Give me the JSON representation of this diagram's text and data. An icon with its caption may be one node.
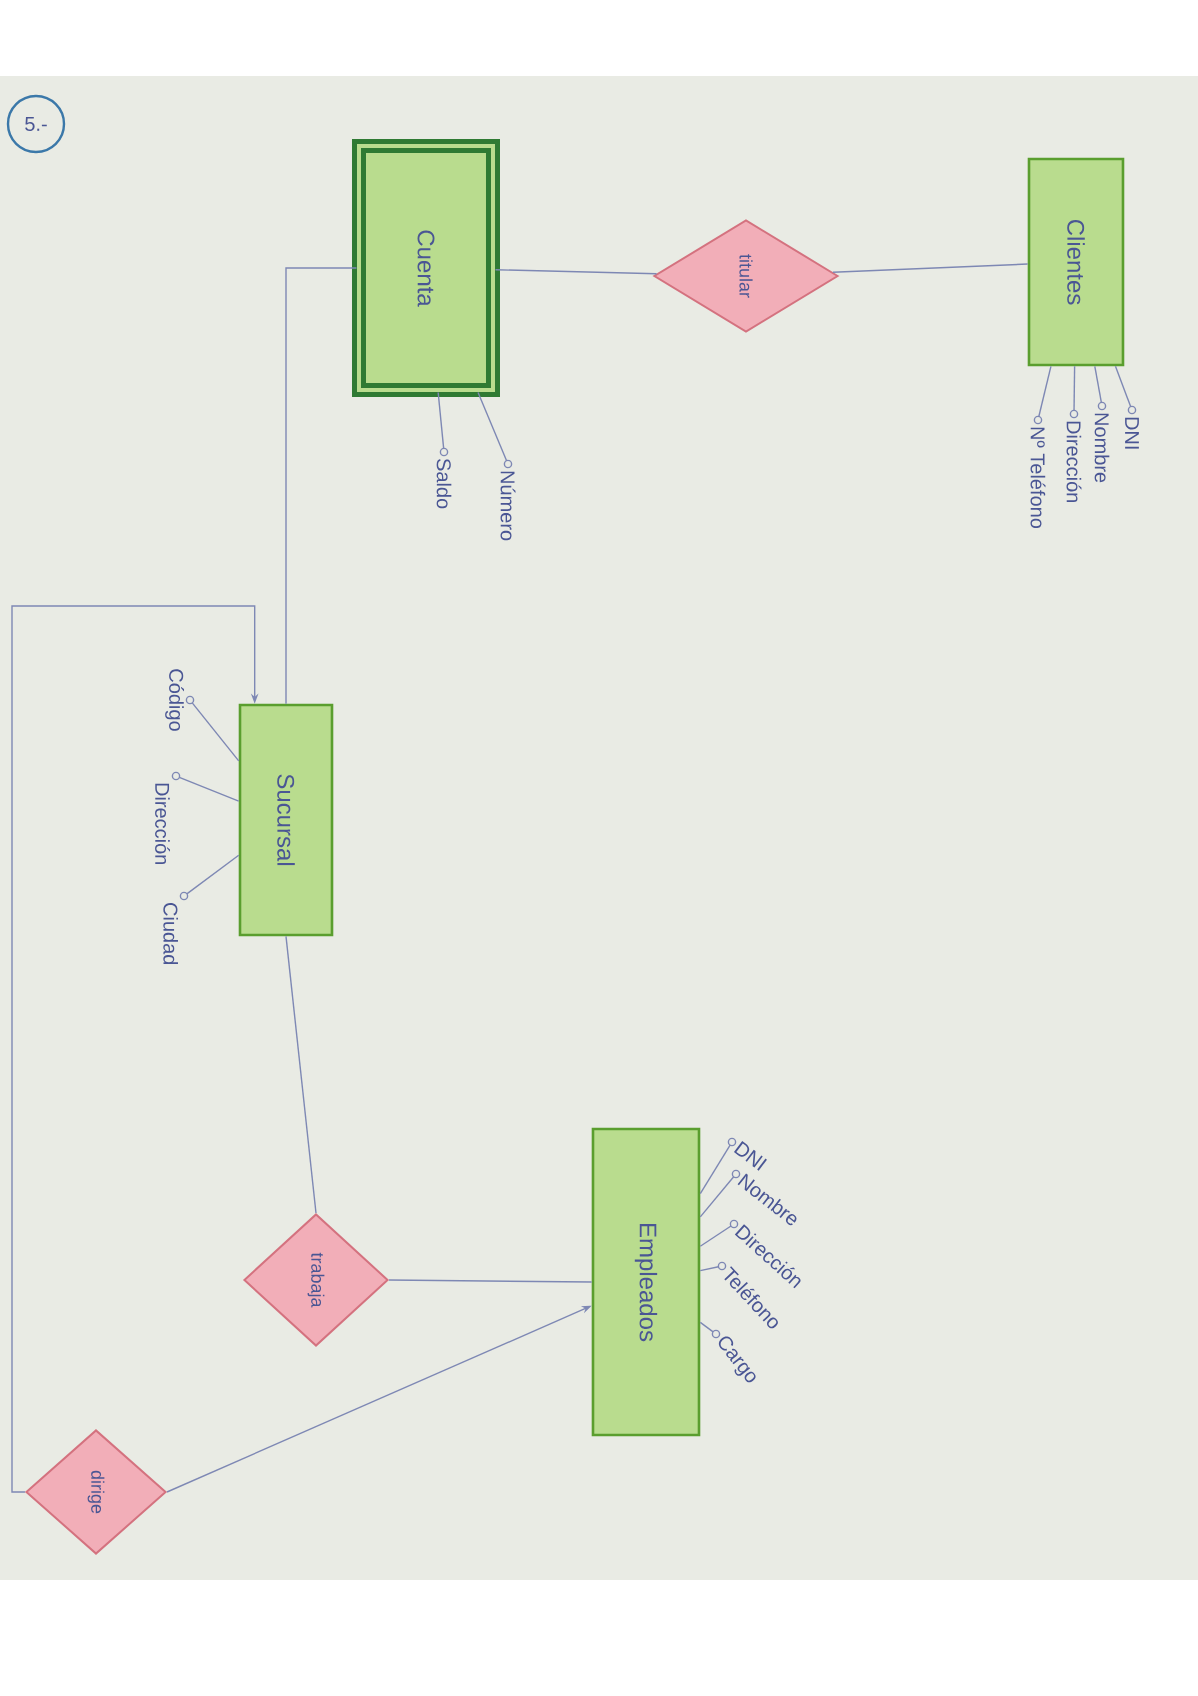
{
  "diagram": {
    "nodes": [
      {
        "text": [
          "5.-"
        ]
      },
      {
        "text": [
          "Cuenta"
        ]
      },
      {
        "text": [
          "titular"
        ]
      },
      {
        "text": [
          "Clientes"
        ]
      },
      {
        "text": [
          "Sucursal"
        ]
      },
      {
        "text": [
          "trabaja"
        ]
      },
      {
        "text": [
          "Empleados"
        ]
      },
      {
        "text": [
          "dirige"
        ]
      },
      {
        "text": [
          "Número"
        ]
      },
      {
        "text": [
          "Saldo"
        ]
      },
      {
        "text": [
          "DNI"
        ]
      },
      {
        "text": [
          "Nombre"
        ]
      },
      {
        "text": [
          "Dirección"
        ]
      },
      {
        "text": [
          "Nº Teléfono"
        ]
      },
      {
        "text": [
          "Código"
        ]
      },
      {
        "text": [
          "Dirección"
        ]
      },
      {
        "text": [
          "Ciudad"
        ]
      },
      {
        "text": [
          "DNI"
        ]
      },
      {
        "text": [
          "Nombre"
        ]
      },
      {
        "text": [
          "Dirección"
        ]
      },
      {
        "text": [
          "Teléfono"
        ]
      },
      {
        "text": [
          "Cargo"
        ]
      }
    ],
    "edges": [
      {
        "from": 1,
        "to": 2,
        "arrow": "none"
      },
      {
        "from": 2,
        "to": 3,
        "arrow": "none"
      },
      {
        "from": 1,
        "to": 4,
        "arrow": "none"
      },
      {
        "from": 4,
        "to": 5,
        "arrow": "none"
      },
      {
        "from": 5,
        "to": 6,
        "arrow": "none"
      },
      {
        "from": 7,
        "to": 4,
        "arrow": "to"
      },
      {
        "from": 7,
        "to": 6,
        "arrow": "to"
      },
      {
        "from": 1,
        "to": 8,
        "arrow": "none"
      },
      {
        "from": 1,
        "to": 9,
        "arrow": "none"
      },
      {
        "from": 3,
        "to": 10,
        "arrow": "none"
      },
      {
        "from": 3,
        "to": 11,
        "arrow": "none"
      },
      {
        "from": 3,
        "to": 12,
        "arrow": "none"
      },
      {
        "from": 3,
        "to": 13,
        "arrow": "none"
      },
      {
        "from": 4,
        "to": 14,
        "arrow": "none"
      },
      {
        "from": 4,
        "to": 15,
        "arrow": "none"
      },
      {
        "from": 4,
        "to": 16,
        "arrow": "none"
      },
      {
        "from": 6,
        "to": 17,
        "arrow": "none"
      },
      {
        "from": 6,
        "to": 18,
        "arrow": "none"
      },
      {
        "from": 6,
        "to": 19,
        "arrow": "none"
      },
      {
        "from": 6,
        "to": 20,
        "arrow": "none"
      },
      {
        "from": 6,
        "to": 21,
        "arrow": "none"
      }
    ]
  }
}
